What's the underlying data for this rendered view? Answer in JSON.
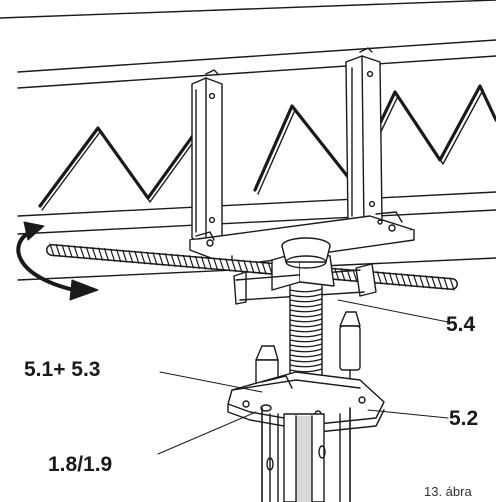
{
  "labels": {
    "label_5_4": "5.4",
    "label_5_1_5_3": "5.1+ 5.3",
    "label_5_2": "5.2",
    "label_1_8_1_9": "1.8/1.9"
  },
  "caption": "13. ábra",
  "colors": {
    "ink": "#1a1a1a",
    "paper": "#ffffff",
    "shade": "#d9d9d9"
  }
}
